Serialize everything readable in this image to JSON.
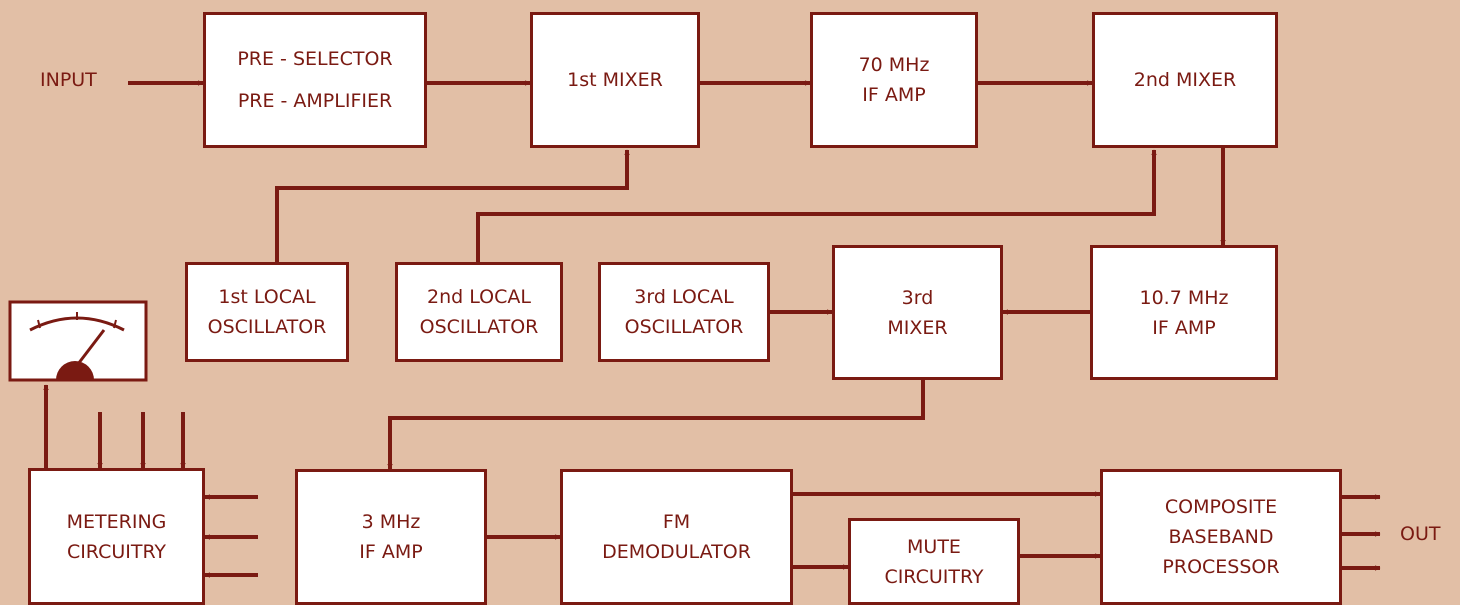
{
  "diagram": {
    "colors": {
      "background": "#e2bfa6",
      "stroke": "#7a1a12",
      "box_fill": "#ffffff"
    },
    "input_label": "INPUT",
    "output_label": "OUT",
    "blocks": {
      "preselector": {
        "line1": "PRE - SELECTOR",
        "line2": "PRE - AMPLIFIER"
      },
      "mixer1": {
        "line1": "1st MIXER"
      },
      "if70": {
        "line1": "70 MHz",
        "line2": "IF AMP"
      },
      "mixer2": {
        "line1": "2nd MIXER"
      },
      "lo1": {
        "line1": "1st LOCAL",
        "line2": "OSCILLATOR"
      },
      "lo2": {
        "line1": "2nd LOCAL",
        "line2": "OSCILLATOR"
      },
      "lo3": {
        "line1": "3rd LOCAL",
        "line2": "OSCILLATOR"
      },
      "mixer3": {
        "line1": "3rd",
        "line2": "MIXER"
      },
      "if107": {
        "line1": "10.7 MHz",
        "line2": "IF AMP"
      },
      "metering": {
        "line1": "METERING",
        "line2": "CIRCUITRY"
      },
      "if3": {
        "line1": "3 MHz",
        "line2": "IF AMP"
      },
      "fmdemod": {
        "line1": "FM",
        "line2": "DEMODULATOR"
      },
      "mute": {
        "line1": "MUTE",
        "line2": "CIRCUITRY"
      },
      "composite": {
        "line1": "COMPOSITE",
        "line2": "BASEBAND",
        "line3": "PROCESSOR"
      }
    },
    "meter": {
      "icon": "analog-meter-icon"
    }
  }
}
